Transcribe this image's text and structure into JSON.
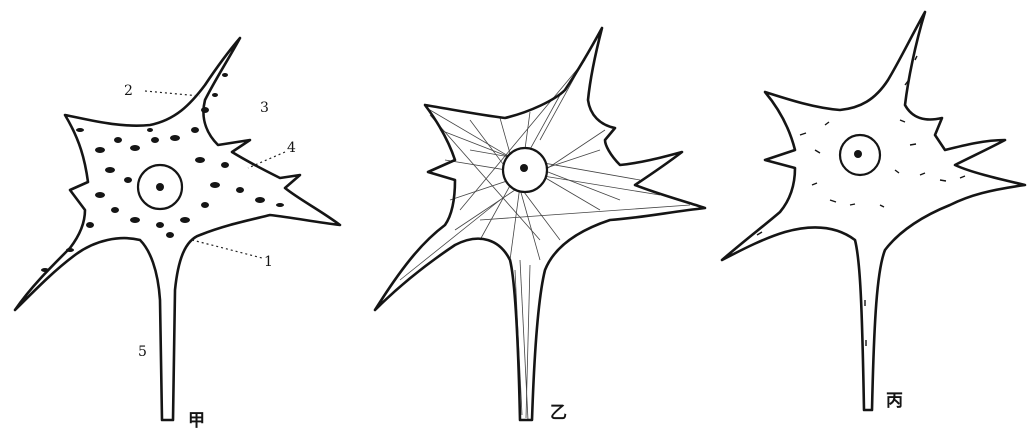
{
  "panels": [
    {
      "label": "甲"
    },
    {
      "label": "乙"
    },
    {
      "label": "丙"
    }
  ],
  "callouts": [
    "1",
    "2",
    "3",
    "4",
    "5"
  ]
}
